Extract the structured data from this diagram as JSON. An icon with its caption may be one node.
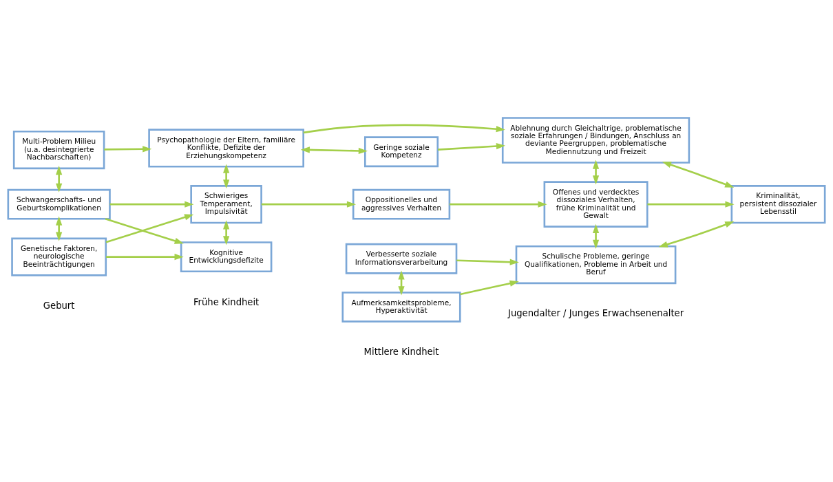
{
  "diagram": {
    "nodes": [
      {
        "text": [
          "Multi-Problem Milieu (u.a. desintegrierte Nachbarschaften)"
        ]
      },
      {
        "text": [
          "Psychopathologie der Eltern, familiäre Konflikte, Defizite der Erziehungskompetenz"
        ]
      },
      {
        "text": [
          "Ablehnung durch Gleichaltrige, problematische soziale Erfahrungen / Bindungen, Anschluss an deviante Peergruppen, problematische Mediennutzung und Freizeit"
        ]
      },
      {
        "text": [
          "Schwangerschafts- und Geburtskomplikationen"
        ]
      },
      {
        "text": [
          "Schwieriges Temperament, Impulsivität"
        ]
      },
      {
        "text": [
          "Geringe soziale Kompetenz"
        ]
      },
      {
        "text": [
          "Oppositionelles und aggressives Verhalten"
        ]
      },
      {
        "text": [
          "Verbesserte soziale Informationsverarbeitung"
        ]
      },
      {
        "text": [
          "Offenes und verdecktes dissoziales Verhalten, frühe Kriminalität und Gewalt"
        ]
      },
      {
        "text": [
          "Kriminalität, persistent dissozialer Lebensstil"
        ]
      },
      {
        "text": [
          "Genetische Faktoren, neurologische Beeinträchtigungen"
        ]
      },
      {
        "text": [
          "Kognitive Entwicklungsdefizite"
        ]
      },
      {
        "text": [
          "Aufmerksamkeitsprobleme, Hyperaktivität"
        ]
      },
      {
        "text": [
          "Schulische Probleme, geringe Qualifikationen, Probleme in Arbeit und Beruf"
        ]
      }
    ],
    "edges": [
      {
        "from": 0,
        "to": 1,
        "arrow": "to"
      },
      {
        "from": 1,
        "to": 2,
        "arrow": "to"
      },
      {
        "from": 0,
        "to": 3,
        "arrow": "both"
      },
      {
        "from": 1,
        "to": 4,
        "arrow": "both"
      },
      {
        "from": 1,
        "to": 5,
        "arrow": "both"
      },
      {
        "from": 5,
        "to": 2,
        "arrow": "to"
      },
      {
        "from": 2,
        "to": 8,
        "arrow": "both"
      },
      {
        "from": 2,
        "to": 9,
        "arrow": "both"
      },
      {
        "from": 3,
        "to": 4,
        "arrow": "to"
      },
      {
        "from": 4,
        "to": 6,
        "arrow": "to"
      },
      {
        "from": 6,
        "to": 8,
        "arrow": "to"
      },
      {
        "from": 8,
        "to": 9,
        "arrow": "to"
      },
      {
        "from": 3,
        "to": 10,
        "arrow": "both"
      },
      {
        "from": 3,
        "to": 11,
        "arrow": "to"
      },
      {
        "from": 10,
        "to": 4,
        "arrow": "to"
      },
      {
        "from": 4,
        "to": 11,
        "arrow": "both"
      },
      {
        "from": 7,
        "to": 12,
        "arrow": "both"
      },
      {
        "from": 7,
        "to": 13,
        "arrow": "to"
      },
      {
        "from": 8,
        "to": 13,
        "arrow": "both"
      },
      {
        "from": 9,
        "to": 13,
        "arrow": "both"
      },
      {
        "from": 10,
        "to": 11,
        "arrow": "to"
      },
      {
        "from": 12,
        "to": 13,
        "arrow": "to"
      }
    ],
    "labels": [
      "Geburt",
      "Frühe Kindheit",
      "Mittlere Kindheit",
      "Jugendalter / Junges Erwachsenenalter"
    ]
  }
}
